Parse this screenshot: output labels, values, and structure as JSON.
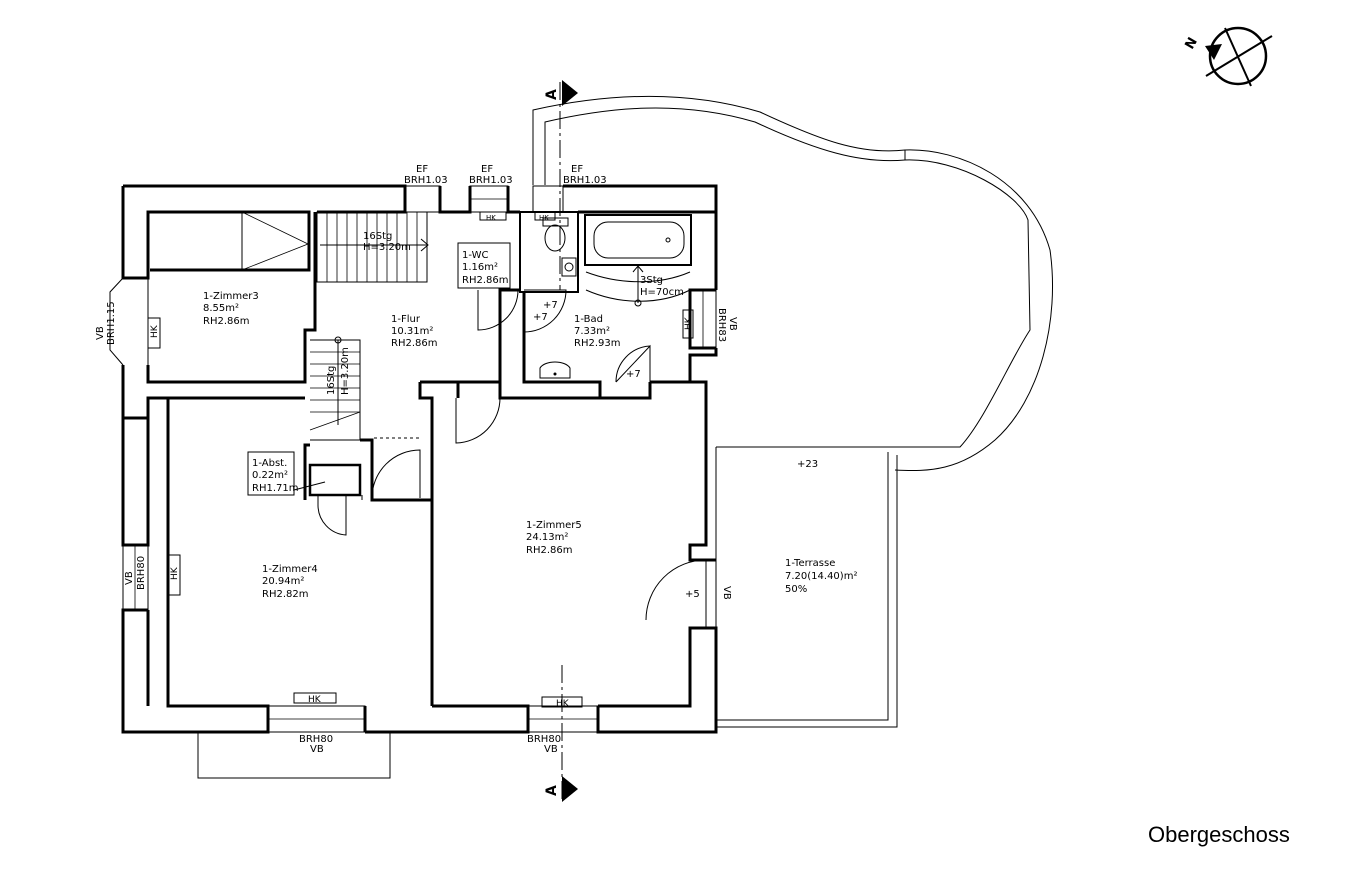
{
  "plan_title": "Obergeschoss",
  "north_label": "N",
  "section_marker": "A",
  "rooms": [
    {
      "name": "1-Zimmer3",
      "area": "8.55m²",
      "height": "RH2.86m"
    },
    {
      "name": "1-Flur",
      "area": "10.31m²",
      "height": "RH2.86m"
    },
    {
      "name": "1-WC",
      "area": "1.16m²",
      "height": "RH2.86m"
    },
    {
      "name": "1-Bad",
      "area": "7.33m²",
      "height": "RH2.93m"
    },
    {
      "name": "1-Abst.",
      "area": "0.22m²",
      "height": "RH1.71m"
    },
    {
      "name": "1-Zimmer4",
      "area": "20.94m²",
      "height": "RH2.82m"
    },
    {
      "name": "1-Zimmer5",
      "area": "24.13m²",
      "height": "RH2.86m"
    },
    {
      "name": "1-Terrasse",
      "area": "7.20(14.40)m²",
      "height": "50%"
    }
  ],
  "stairs": [
    {
      "steps": "16Stg",
      "height": "H=3.20m"
    },
    {
      "steps": "16Stg",
      "height": "H=3.20m"
    },
    {
      "steps": "3Stg",
      "height": "H=70cm"
    }
  ],
  "window_labels": {
    "top_1": {
      "line1": "EF",
      "line2": "BRH1.03"
    },
    "top_2": {
      "line1": "EF",
      "line2": "BRH1.03"
    },
    "top_3": {
      "line1": "EF",
      "line2": "BRH1.03"
    },
    "left_zimmer3": {
      "line1": "VB",
      "line2": "BRH1.15"
    },
    "left_zimmer4": {
      "line1": "VB",
      "line2": "BRH80"
    },
    "right_bad": {
      "line1": "BRH83",
      "line2": "VB"
    },
    "right_zimmer5": {
      "line1": "VB"
    },
    "bottom_zimmer4": {
      "line1": "BRH80",
      "line2": "VB"
    },
    "bottom_zimmer5": {
      "line1": "BRH80",
      "line2": "VB"
    }
  },
  "radiator_label": "HK",
  "level_marks": [
    "+7",
    "+7",
    "+7",
    "+5",
    "+23"
  ]
}
